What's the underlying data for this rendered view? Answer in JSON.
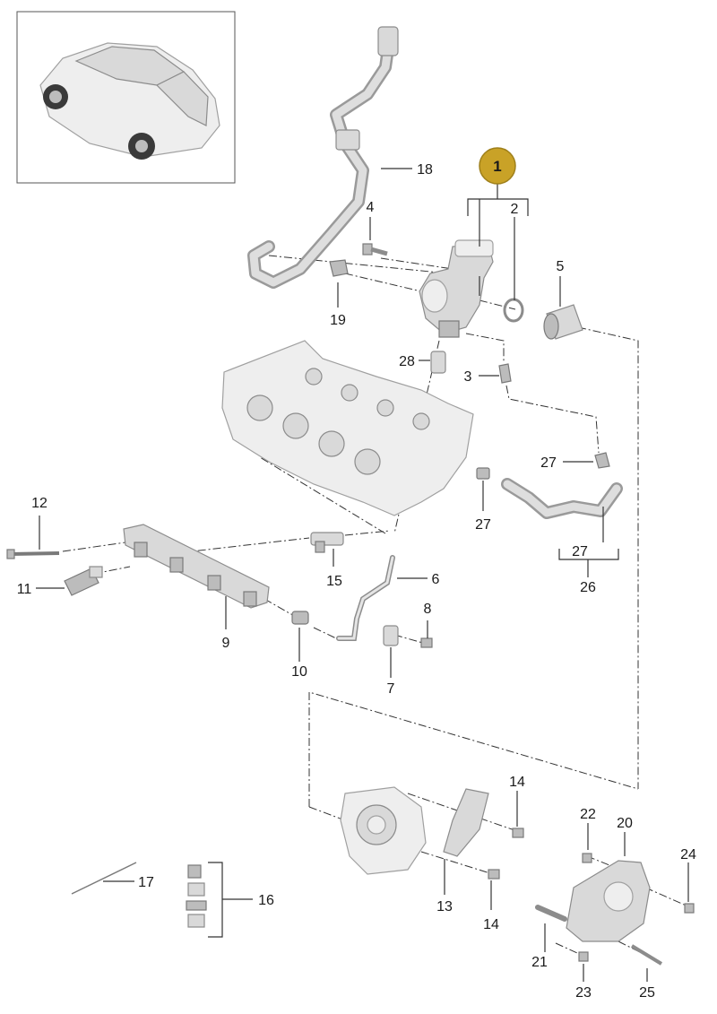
{
  "badge": {
    "number": "1",
    "color": "#c9a227"
  },
  "callouts": {
    "c2": "2",
    "c3": "3",
    "c4": "4",
    "c5": "5",
    "c6": "6",
    "c7": "7",
    "c8": "8",
    "c9": "9",
    "c10": "10",
    "c11": "11",
    "c12": "12",
    "c13": "13",
    "c14a": "14",
    "c14b": "14",
    "c15": "15",
    "c16": "16",
    "c17": "17",
    "c18": "18",
    "c19": "19",
    "c20": "20",
    "c21": "21",
    "c22": "22",
    "c23": "23",
    "c24": "24",
    "c25": "25",
    "c26": "26",
    "c27a": "27",
    "c27b": "27",
    "c27c": "27",
    "c28": "28"
  },
  "colors": {
    "part_fill": "#d9d9d9",
    "outline": "#8c8c8c",
    "leader": "#333333"
  }
}
